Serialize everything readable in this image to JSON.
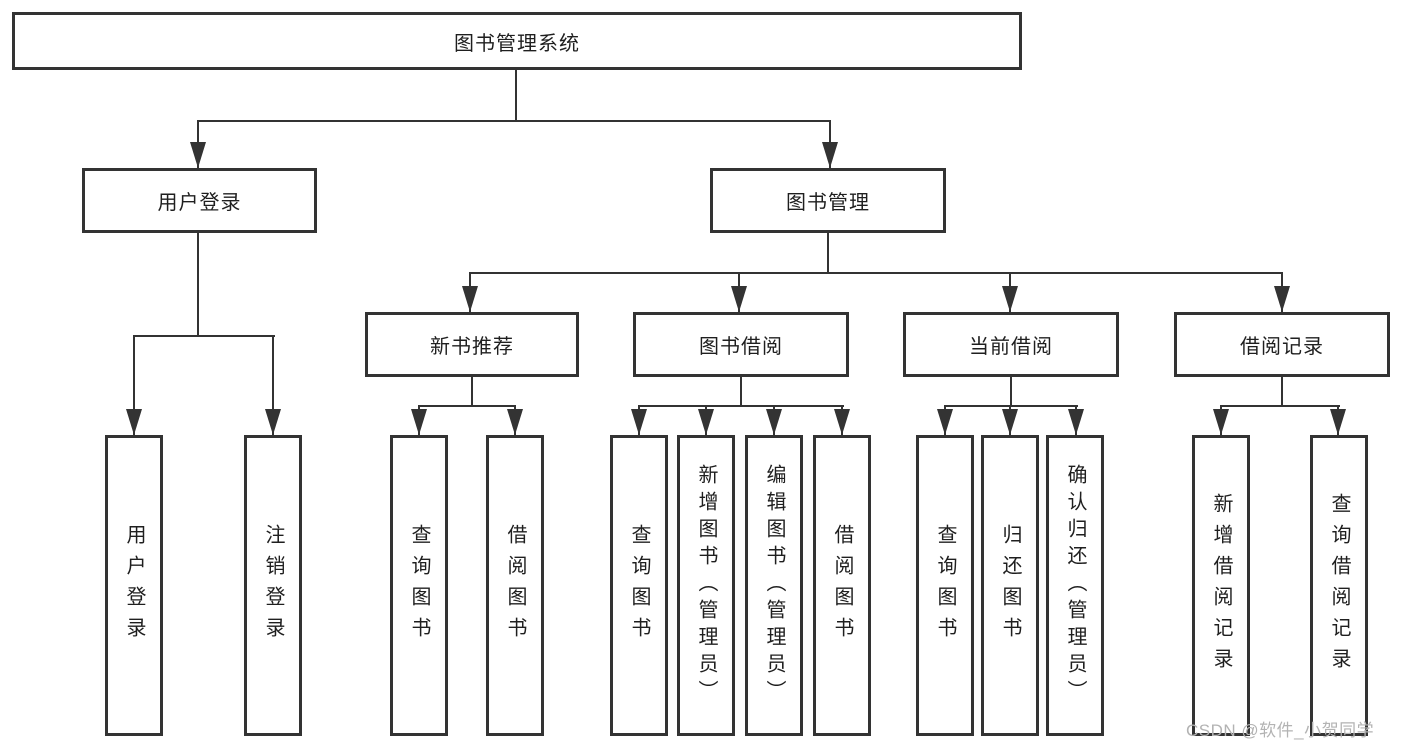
{
  "nodes": {
    "root": "图书管理系统",
    "user_login": "用户登录",
    "book_mgmt": "图书管理",
    "new_books": "新书推荐",
    "book_borrow": "图书借阅",
    "current_borrow": "当前借阅",
    "borrow_records": "借阅记录",
    "leaves": {
      "login": [
        "用户登录",
        "注销登录"
      ],
      "new_books": [
        "查询图书",
        "借阅图书"
      ],
      "book_borrow": [
        "查询图书",
        "新增图书（管理员）",
        "编辑图书（管理员）",
        "借阅图书"
      ],
      "current_borrow": [
        "查询图书",
        "归还图书",
        "确认归还（管理员）"
      ],
      "borrow_records": [
        "新增借阅记录",
        "查询借阅记录"
      ]
    }
  },
  "watermark": "CSDN @软件_小贺同学",
  "colors": {
    "line": "#333333",
    "box_border": "#333333",
    "text": "#1f1f1f",
    "watermark": "#b3b3b3",
    "background": "#ffffff"
  }
}
